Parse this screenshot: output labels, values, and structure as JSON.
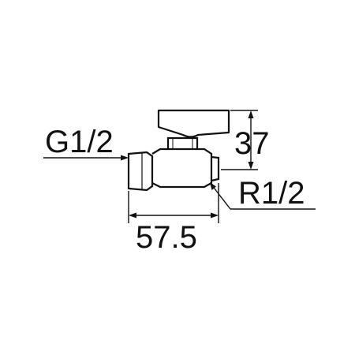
{
  "diagram": {
    "labels": {
      "inlet_thread": "G1/2",
      "outlet_thread": "R1/2",
      "height_dimension": "37",
      "length_dimension": "57.5"
    },
    "colors": {
      "line": "#111111",
      "background": "#ffffff"
    }
  }
}
